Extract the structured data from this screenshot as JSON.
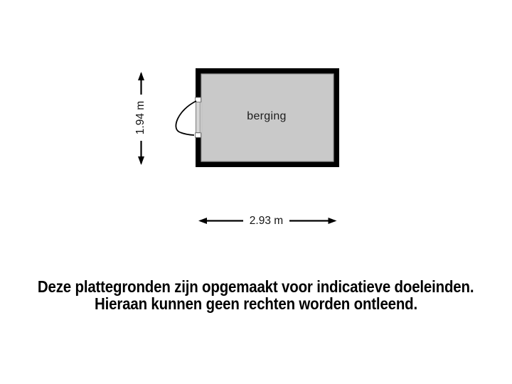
{
  "floorplan": {
    "room": {
      "label": "berging"
    },
    "dimensions": {
      "width": "2.93 m",
      "height": "1.94 m"
    },
    "features": {
      "door": "door-swing-left-wall"
    }
  },
  "disclaimer": {
    "line1": "Deze plattegronden zijn opgemaakt voor indicatieve doeleinden.",
    "line2": "Hieraan kunnen geen rechten worden ontleend."
  },
  "colors": {
    "background": "#ffffff",
    "wall": "#000000",
    "floor_fill": "#c9c9c9",
    "floor_edge": "#9a9a9a",
    "door_leaf": "#d6d6d6",
    "text": "#141414"
  }
}
